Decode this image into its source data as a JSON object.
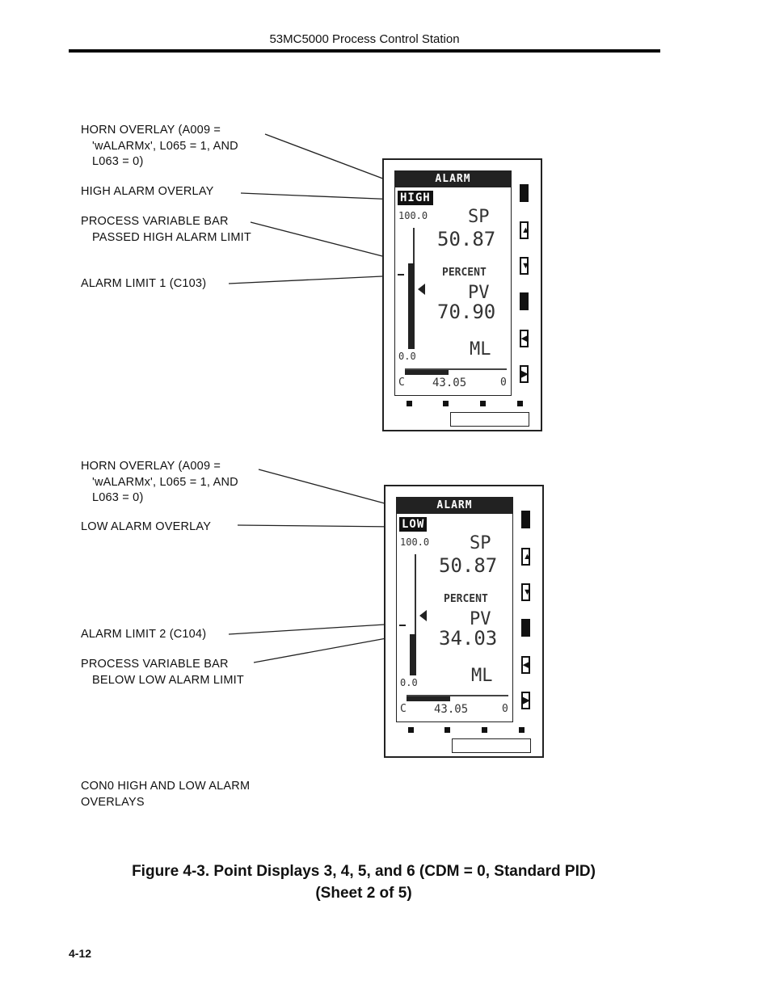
{
  "page": {
    "header": "53MC5000 Process Control Station",
    "page_number": "4-12"
  },
  "callouts_top": {
    "horn": [
      "HORN OVERLAY (A009 =",
      "'wALARMx', L065 = 1, AND",
      "L063 = 0)"
    ],
    "high": "HIGH ALARM OVERLAY",
    "pv_bar": [
      "PROCESS VARIABLE BAR",
      "PASSED HIGH ALARM LIMIT"
    ],
    "limit1": "ALARM LIMIT 1 (C103)"
  },
  "callouts_bottom": {
    "horn": [
      "HORN OVERLAY (A009 =",
      "'wALARMx', L065 = 1, AND",
      "L063 = 0)"
    ],
    "low": "LOW ALARM OVERLAY",
    "limit2": "ALARM LIMIT 2 (C104)",
    "pv_bar": [
      "PROCESS VARIABLE BAR",
      "BELOW LOW ALARM LIMIT"
    ]
  },
  "display_top": {
    "banner": "ALARM",
    "overlay": "HIGH",
    "scale_max": "100.0",
    "sp_label": "SP",
    "sp_value": "50.87",
    "units": "PERCENT",
    "pv_label": "PV",
    "pv_value": "70.90",
    "mode": "ML",
    "scale_min": "0.0",
    "out_left": "C",
    "out_value": "43.05",
    "out_right": "0",
    "pv_fraction": 0.709,
    "alarm_limit_fraction": 0.62
  },
  "display_bottom": {
    "banner": "ALARM",
    "overlay": "LOW",
    "scale_max": "100.0",
    "sp_label": "SP",
    "sp_value": "50.87",
    "units": "PERCENT",
    "pv_label": "PV",
    "pv_value": "34.03",
    "mode": "ML",
    "scale_min": "0.0",
    "out_left": "C",
    "out_value": "43.05",
    "out_right": "0",
    "pv_fraction": 0.34,
    "alarm_limit_fraction": 0.42
  },
  "footnote": [
    "CON0 HIGH AND LOW ALARM",
    "OVERLAYS"
  ],
  "caption": [
    "Figure 4-3.  Point Displays 3, 4, 5, and 6 (CDM = 0, Standard PID)",
    "(Sheet 2 of 5)"
  ]
}
